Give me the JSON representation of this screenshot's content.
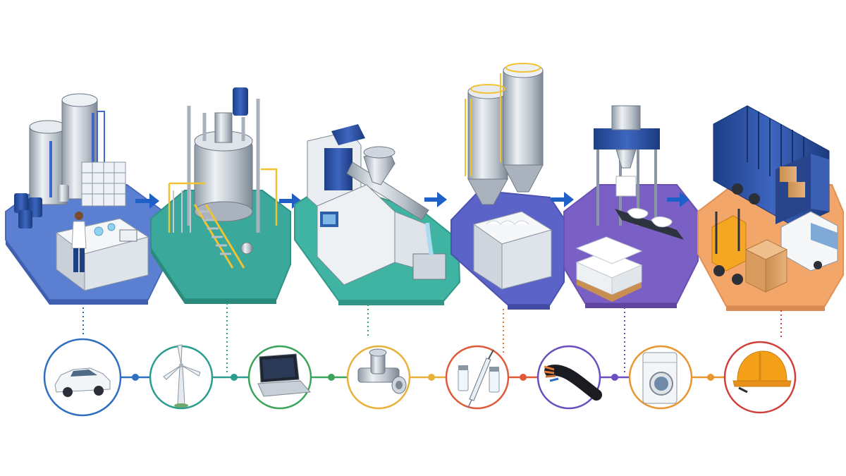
{
  "diagram": {
    "stages": [
      {
        "id": "lab",
        "name": "laboratory-research",
        "color": "#5b7fd1",
        "line_color": "#2b6cb0"
      },
      {
        "id": "reactor",
        "name": "chemical-reactor",
        "color": "#3aa89a",
        "line_color": "#2f9e8f"
      },
      {
        "id": "extruder",
        "name": "compounding-extruder",
        "color": "#3fb4a2",
        "line_color": "#3aa86a"
      },
      {
        "id": "silos",
        "name": "pellet-storage-silos",
        "color": "#5b63c9",
        "line_color": "#e07b39"
      },
      {
        "id": "bagging",
        "name": "bagging-and-palletizing",
        "color": "#7a5fc4",
        "line_color": "#6a4fb8"
      },
      {
        "id": "logistics",
        "name": "shipping-and-logistics",
        "color": "#f2a66a",
        "line_color": "#d0453a"
      }
    ],
    "applications": [
      {
        "name": "car",
        "ring_color": "#2f6fc0"
      },
      {
        "name": "wind-turbine",
        "ring_color": "#2a9d8f"
      },
      {
        "name": "laptop",
        "ring_color": "#3aa45a"
      },
      {
        "name": "pipe-fittings",
        "ring_color": "#e8b13a"
      },
      {
        "name": "medical-syringe-vials",
        "ring_color": "#e05a3a"
      },
      {
        "name": "electrical-cables",
        "ring_color": "#6b4fc0"
      },
      {
        "name": "washing-machine",
        "ring_color": "#e8962e"
      },
      {
        "name": "safety-helmet",
        "ring_color": "#d0403a"
      }
    ],
    "arrow_color": "#1f5fc8",
    "timeline_colors": [
      "#2f6fc0",
      "#2a9d8f",
      "#3aa45a",
      "#e8b13a",
      "#e05a3a",
      "#6b4fc0",
      "#e8962e",
      "#d0403a"
    ]
  }
}
